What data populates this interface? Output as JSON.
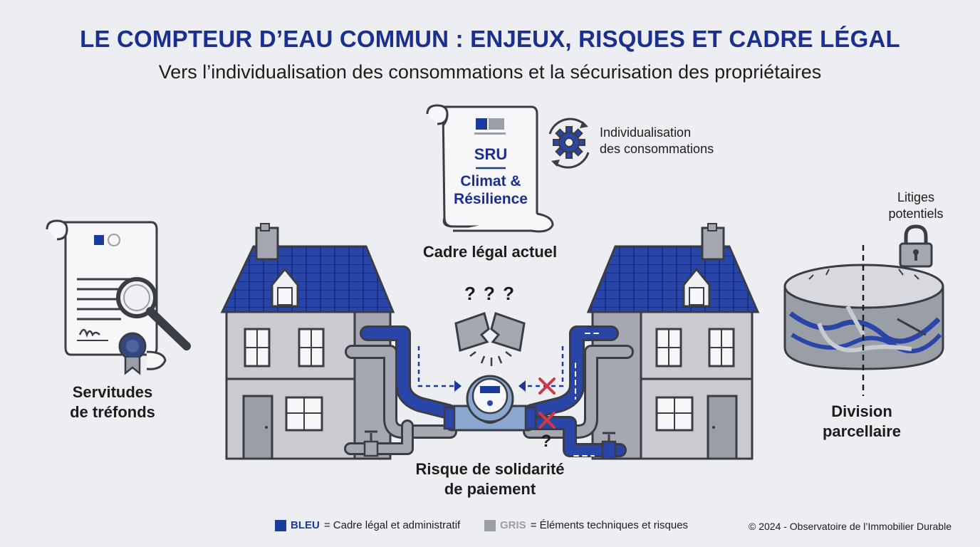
{
  "header": {
    "title": "LE COMPTEUR D’EAU COMMUN : ENJEUX, RISQUES ET CADRE LÉGAL",
    "subtitle": "Vers l’individualisation des consommations et la sécurisation des propriétaires"
  },
  "legal_document": {
    "law1": "SRU",
    "law2_line1": "Climat &",
    "law2_line2": "Résilience",
    "caption": "Cadre légal actuel"
  },
  "individualisation": {
    "line1": "Individualisation",
    "line2": "des consommations"
  },
  "servitudes": {
    "line1": "Servitudes",
    "line2": "de tréfonds"
  },
  "meter_risk": {
    "line1": "Risque de solidarité",
    "line2": "de paiement",
    "question_marks": "? ? ?"
  },
  "litiges": {
    "line1": "Litiges",
    "line2": "potentiels"
  },
  "division": {
    "line1": "Division",
    "line2": "parcellaire"
  },
  "legend": {
    "blue_key": "BLEU",
    "blue_text": "= Cadre légal et administratif",
    "grey_key": "GRIS",
    "grey_text": "= Éléments techniques et risques"
  },
  "footer": {
    "copyright": "© 2024 - Observatoire de l’Immobilier Durable"
  },
  "colors": {
    "blue": "#1a3a9e",
    "grey": "#9a9ea6",
    "red": "#d0384a",
    "outline": "#3a3d44"
  }
}
